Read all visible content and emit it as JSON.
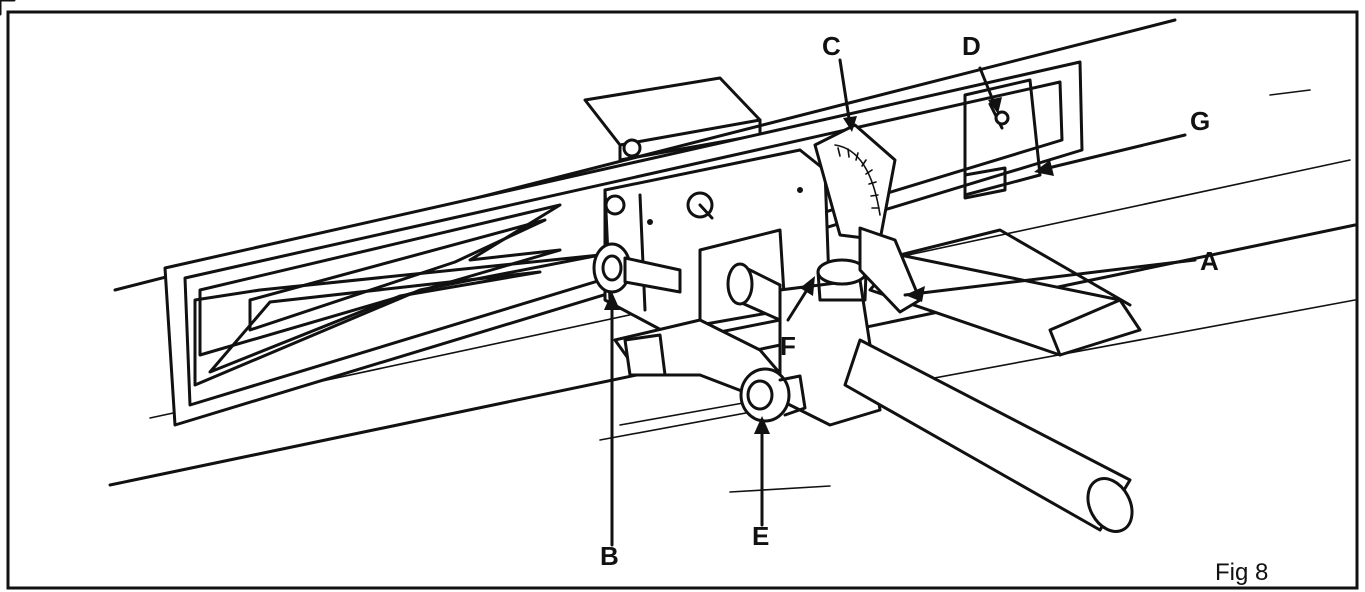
{
  "figure": {
    "caption": "Fig 8",
    "callouts": [
      {
        "id": "A",
        "text": "A"
      },
      {
        "id": "B",
        "text": "B"
      },
      {
        "id": "C",
        "text": "C"
      },
      {
        "id": "D",
        "text": "D"
      },
      {
        "id": "E",
        "text": "E"
      },
      {
        "id": "F",
        "text": "F"
      },
      {
        "id": "G",
        "text": "G"
      }
    ]
  }
}
